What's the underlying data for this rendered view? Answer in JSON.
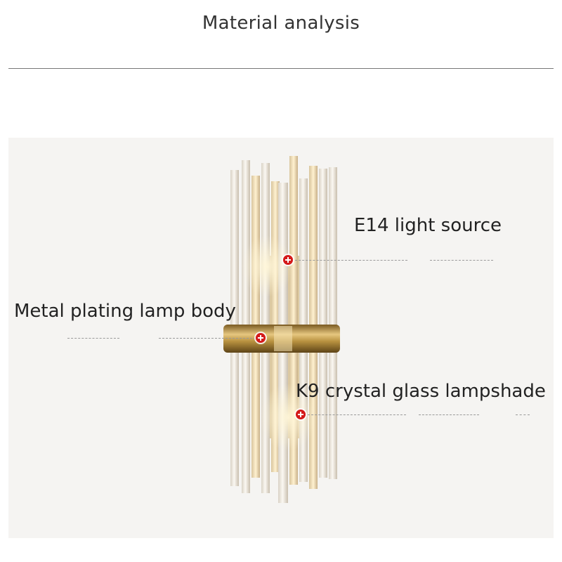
{
  "header": {
    "title": "Material analysis"
  },
  "callouts": {
    "light_source": "E14 light source",
    "lamp_body": "Metal plating lamp body",
    "lampshade": "K9 crystal glass lampshade"
  },
  "image": {
    "subject": "crystal-wall-lamp"
  }
}
